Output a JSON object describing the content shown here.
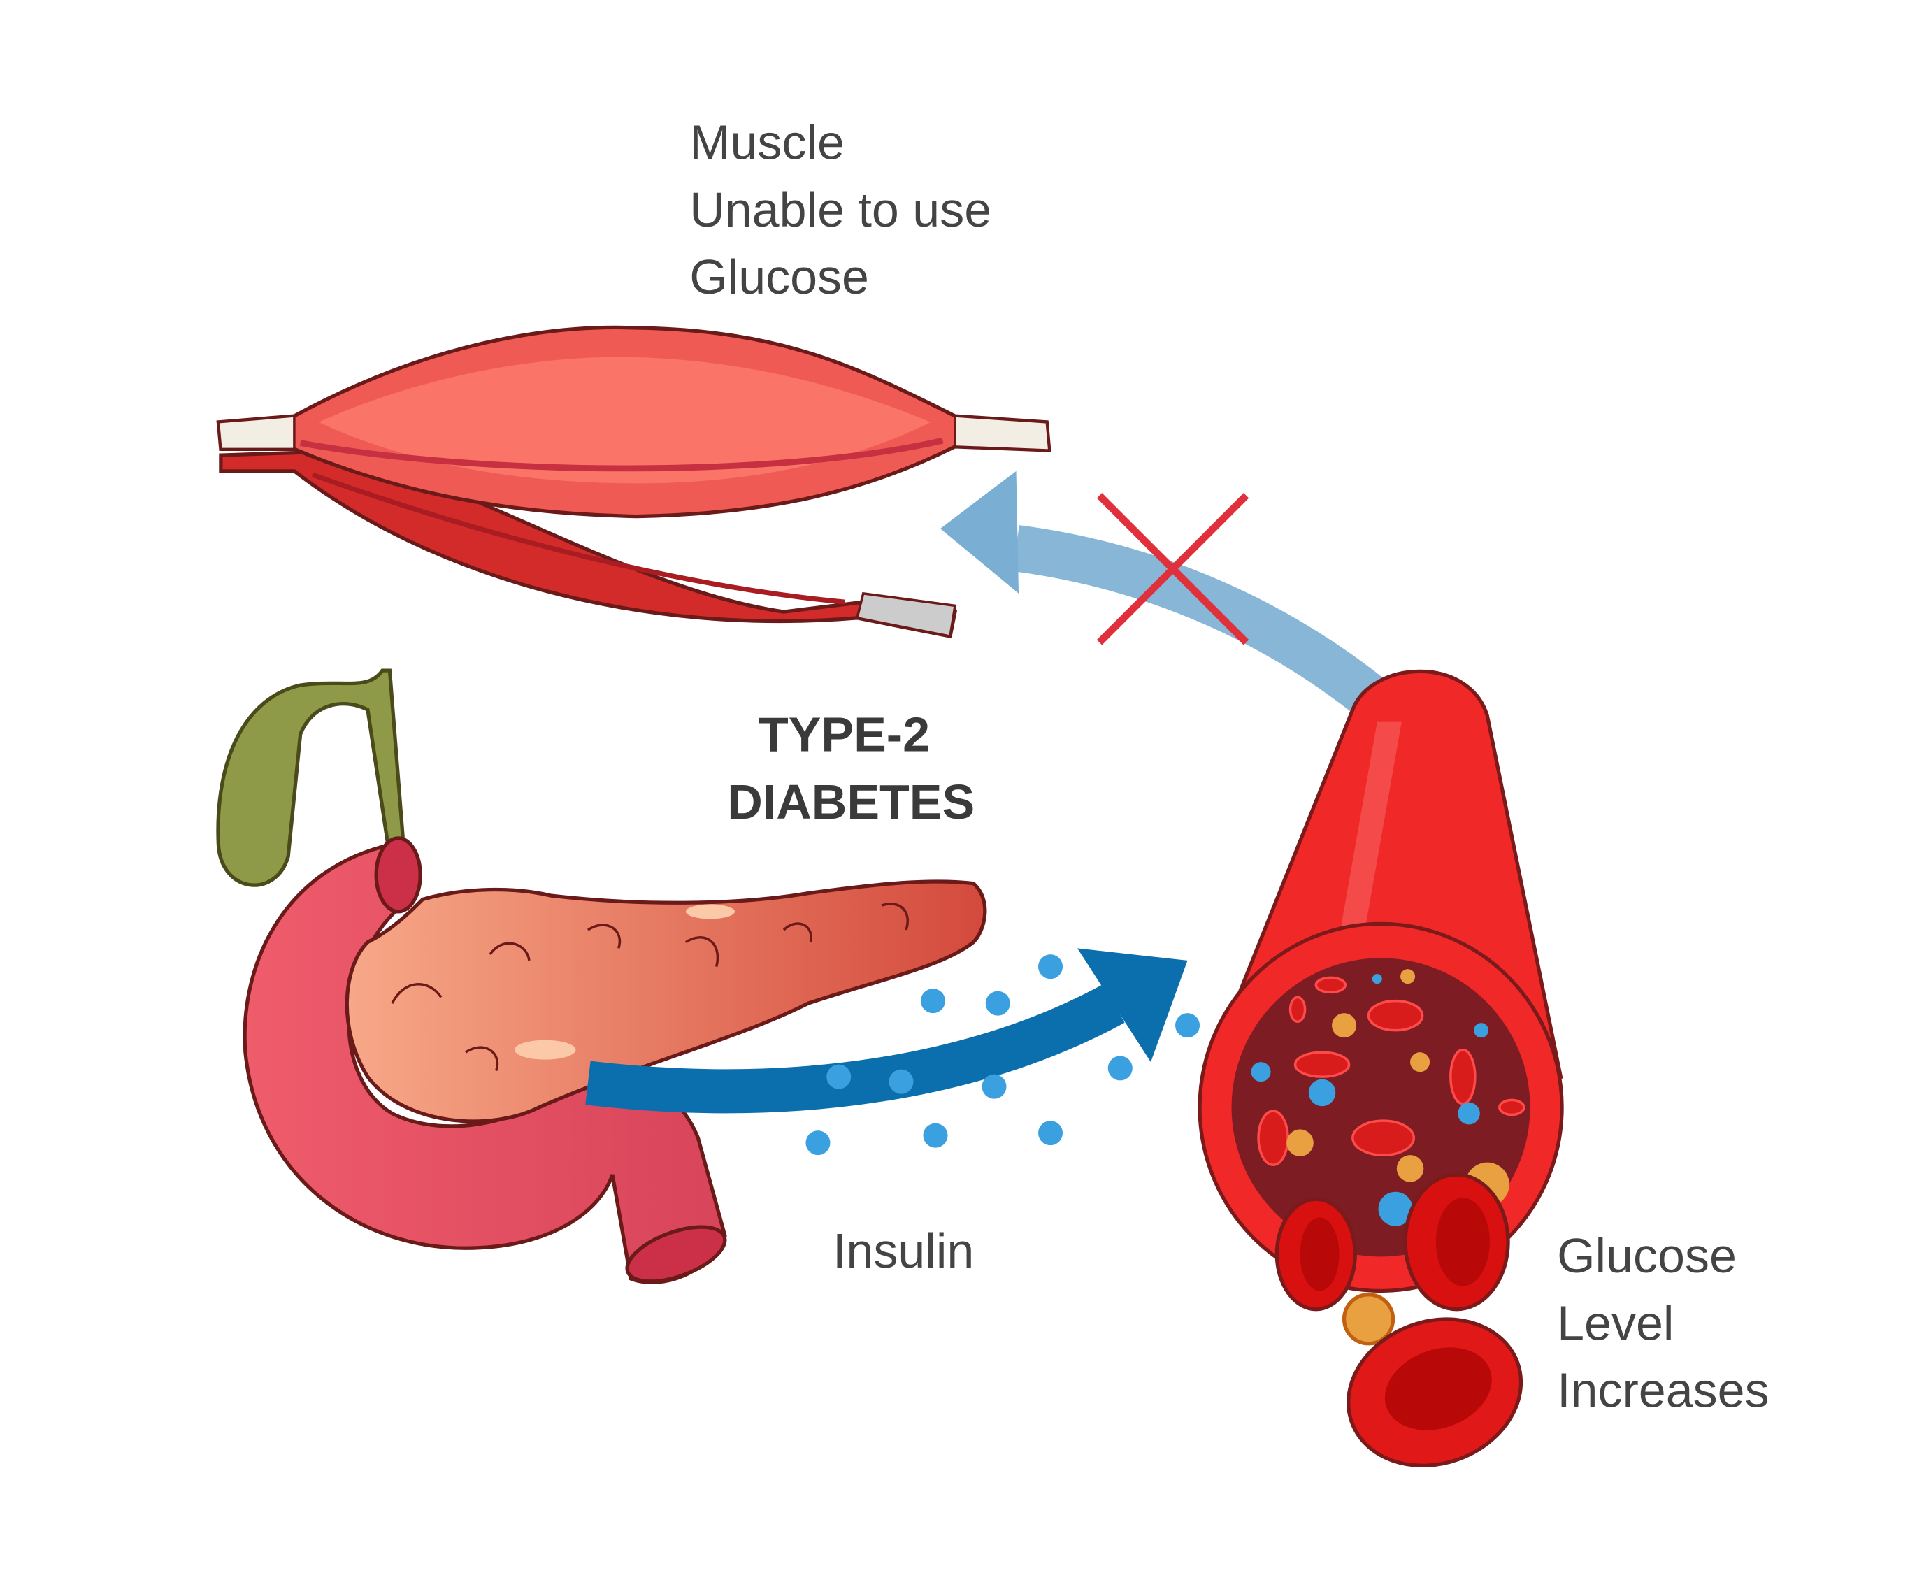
{
  "muscle_label": [
    "Muscle",
    "Unable to use",
    "Glucose"
  ],
  "title": [
    "TYPE-2",
    "DIABETES"
  ],
  "insulin_label": "Insulin",
  "glucose_label": [
    "Glucose",
    "Level",
    "Increases"
  ],
  "colors": {
    "text": "#444444",
    "insulin_arrow": "#0b6fae",
    "glucose_arrow": "#7aaed3",
    "blocked_x": "#e0303c",
    "insulin_dots": "#3aa0e0",
    "vessel": "#f02828"
  }
}
